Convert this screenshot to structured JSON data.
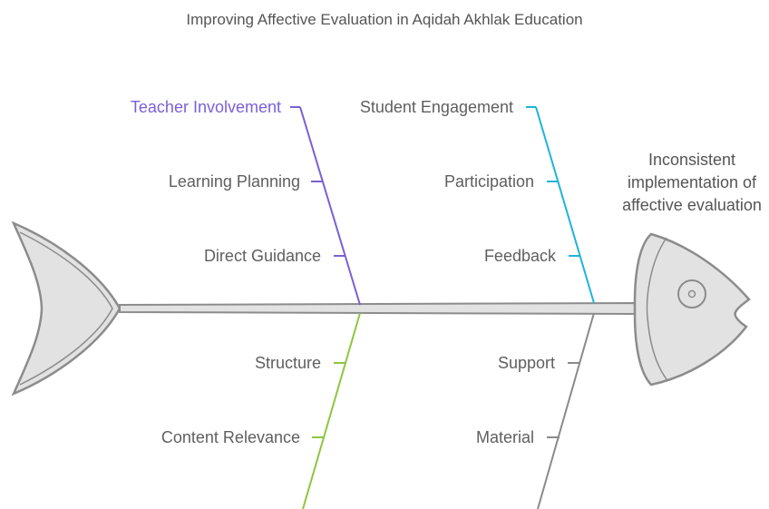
{
  "title": "Improving Affective Evaluation in Aqidah Akhlak Education",
  "effect": "Inconsistent implementation of affective evaluation",
  "categories": [
    {
      "id": "teacher",
      "label": "Teacher Involvement",
      "color": "#7b5fd6",
      "causes": [
        "Learning Planning",
        "Direct Guidance"
      ]
    },
    {
      "id": "student",
      "label": "Student Engagement",
      "color": "#1fb3da",
      "causes": [
        "Participation",
        "Feedback"
      ]
    },
    {
      "id": "content",
      "label": "",
      "color": "#8dc63f",
      "causes": [
        "Structure",
        "Content Relevance"
      ]
    },
    {
      "id": "resources",
      "label": "",
      "color": "#8a8a8a",
      "causes": [
        "Support",
        "Material"
      ]
    }
  ],
  "colors": {
    "text": "#5f5f5f",
    "fish_fill": "#e2e2e2",
    "fish_stroke": "#8c8c8c"
  }
}
